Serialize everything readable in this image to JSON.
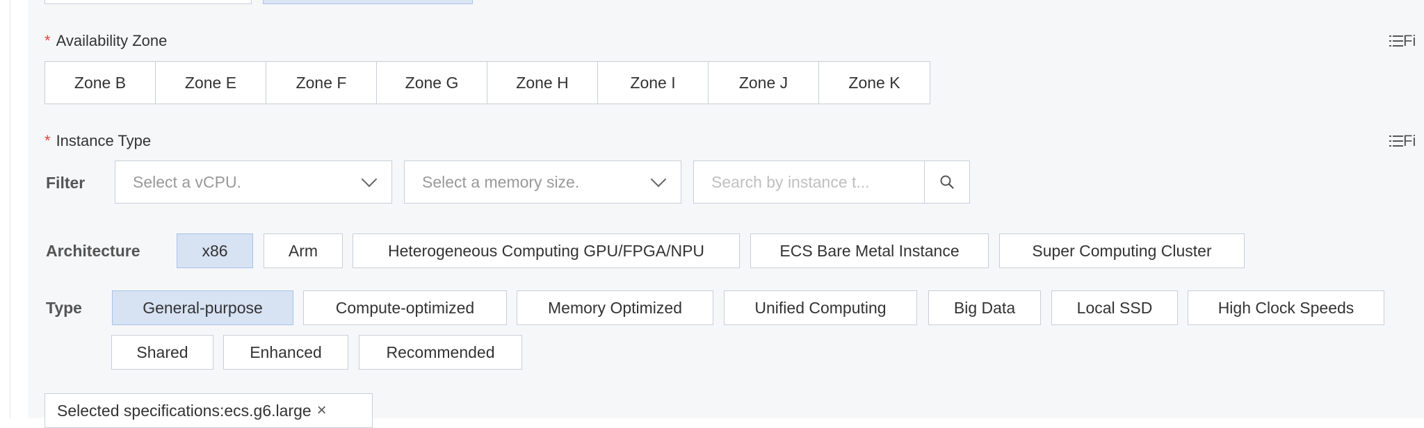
{
  "availability_zone": {
    "label": "Availability Zone",
    "required_mark": "*",
    "right_cut": "Fi",
    "zones": [
      "Zone B",
      "Zone E",
      "Zone F",
      "Zone G",
      "Zone H",
      "Zone I",
      "Zone J",
      "Zone K"
    ]
  },
  "instance_type": {
    "label": "Instance Type",
    "required_mark": "*",
    "right_cut": "Fi"
  },
  "filter": {
    "label": "Filter",
    "vcpu_placeholder": "Select a vCPU.",
    "memory_placeholder": "Select a memory size.",
    "search_placeholder": "Search by instance t..."
  },
  "architecture": {
    "label": "Architecture",
    "options": [
      "x86",
      "Arm",
      "Heterogeneous Computing GPU/FPGA/NPU",
      "ECS Bare Metal Instance",
      "Super Computing Cluster"
    ],
    "selected": "x86"
  },
  "type": {
    "label": "Type",
    "options": [
      "General-purpose",
      "Compute-optimized",
      "Memory Optimized",
      "Unified Computing",
      "Big Data",
      "Local SSD",
      "High Clock Speeds",
      "Shared",
      "Enhanced",
      "Recommended"
    ],
    "selected": "General-purpose"
  },
  "selected_spec": {
    "text": "Selected specifications:ecs.g6.large",
    "close": "×"
  },
  "colors": {
    "panel_bg": "#f6f7f9",
    "selected_bg": "#d7e2f3",
    "border": "#c9ced6",
    "required": "#e5483b"
  },
  "icons": {
    "search": "search-icon",
    "chevron": "chevron-down-icon",
    "list": "list-icon"
  }
}
